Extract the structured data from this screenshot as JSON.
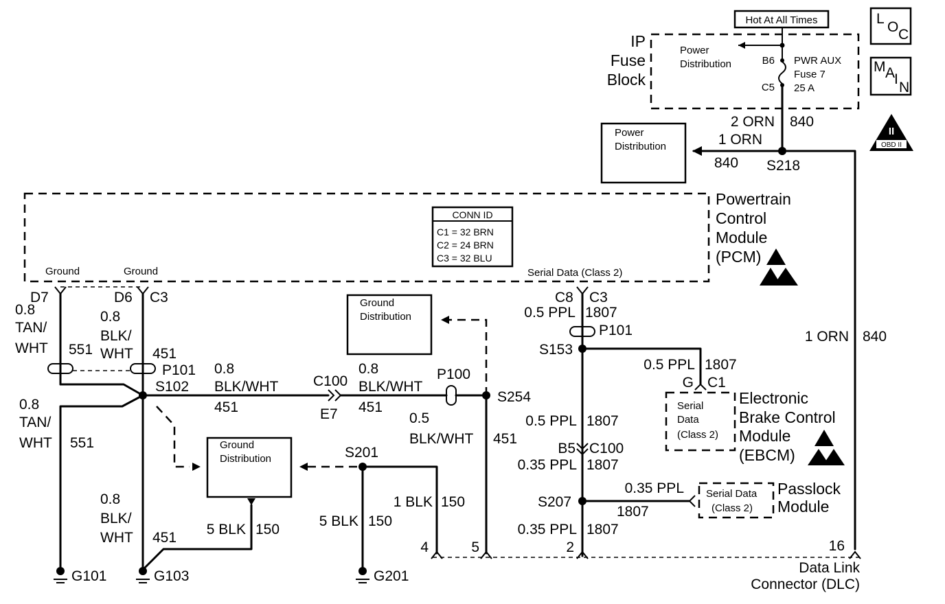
{
  "fuse_block": {
    "hot_label": "Hot At All Times",
    "name_line1": "IP",
    "name_line2": "Fuse",
    "name_line3": "Block",
    "power_dist_line1": "Power",
    "power_dist_line2": "Distribution",
    "pin_top": "B6",
    "pin_bottom": "C5",
    "fuse_line1": "PWR AUX",
    "fuse_line2": "Fuse 7",
    "fuse_line3": "25 A"
  },
  "badges": {
    "loc": [
      "L",
      "O",
      "C"
    ],
    "main": [
      "M",
      "A",
      "I",
      "N"
    ],
    "obd_top": "II",
    "obd_bottom": "OBD II"
  },
  "power_dist_box": {
    "line1": "Power",
    "line2": "Distribution"
  },
  "wires": {
    "w840_a_size": "2 ORN",
    "w840_a_num": "840",
    "w840_b_size": "1 ORN",
    "w840_b_num": "840",
    "s218": "S218",
    "w840_c_size": "1 ORN",
    "w840_c_num": "840",
    "d7": "D7",
    "d6": "D6",
    "c3_left": "C3",
    "tan1": "0.8",
    "tan2": "TAN/",
    "tan3": "WHT",
    "tan_num": "551",
    "blk1": "0.8",
    "blk2": "BLK/",
    "blk3": "WHT",
    "blk_num": "451",
    "p101_left": "P101",
    "s102": "S102",
    "c100_top_size1": "0.8",
    "c100_top_size2": "BLK/WHT",
    "c100_top_num": "451",
    "c100_label": "C100",
    "e7": "E7",
    "right_size1": "0.8",
    "right_size2": "BLK/WHT",
    "right_num": "451",
    "p100": "P100",
    "s254": "S254",
    "s254_size1": "0.5",
    "s254_size2": "BLK/WHT",
    "s254_num": "451",
    "tan_b1": "0.8",
    "tan_b2": "TAN/",
    "tan_b3": "WHT",
    "tan_b_num": "551",
    "blk_b1": "0.8",
    "blk_b2": "BLK/",
    "blk_b3": "WHT",
    "blk_b_num": "451",
    "g101": "G101",
    "g103": "G103",
    "g201": "G201",
    "blk150_a": "5 BLK",
    "num150_a": "150",
    "s201": "S201",
    "blk150_b": "1 BLK",
    "num150_b": "150",
    "blk150_c": "5 BLK",
    "num150_c": "150",
    "c8": "C8",
    "c3_right": "C3",
    "ppl_top_size": "0.5 PPL",
    "ppl_top_num": "1807",
    "p101_right": "P101",
    "s153": "S153",
    "ebcm_size": "0.5 PPL",
    "ebcm_num": "1807",
    "g_pin": "G",
    "c1_pin": "C1",
    "ppl_mid_size": "0.5 PPL",
    "ppl_mid_num": "1807",
    "b5": "B5",
    "c100_right": "C100",
    "ppl_035_size": "0.35 PPL",
    "ppl_035_num": "1807",
    "s207": "S207",
    "pass_size": "0.35 PPL",
    "pass_num": "1807",
    "ppl_low_size": "0.35 PPL",
    "ppl_low_num": "1807",
    "dlc_pin4": "4",
    "dlc_pin5": "5",
    "dlc_pin2": "2",
    "dlc_pin16": "16"
  },
  "pcm": {
    "line1": "Powertrain",
    "line2": "Control",
    "line3": "Module",
    "line4": "(PCM)",
    "ground1": "Ground",
    "ground2": "Ground",
    "serial": "Serial Data (Class 2)",
    "conn_title": "CONN ID",
    "conn": [
      "C1 = 32 BRN",
      "C2 = 24 BRN",
      "C3 = 32 BLU"
    ]
  },
  "ground_dist_upper": {
    "line1": "Ground",
    "line2": "Distribution"
  },
  "ground_dist_lower": {
    "line1": "Ground",
    "line2": "Distribution"
  },
  "ebcm": {
    "inner1": "Serial",
    "inner2": "Data",
    "inner3": "(Class 2)",
    "line1": "Electronic",
    "line2": "Brake Control",
    "line3": "Module",
    "line4": "(EBCM)"
  },
  "passlock": {
    "inner1": "Serial Data",
    "inner2": "(Class 2)",
    "line1": "Passlock",
    "line2": "Module"
  },
  "dlc": {
    "line1": "Data Link",
    "line2": "Connector (DLC)"
  }
}
